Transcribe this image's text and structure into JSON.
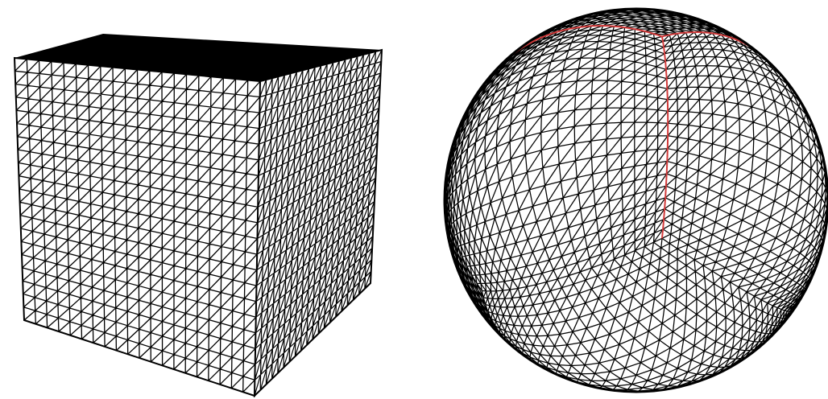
{
  "figure": {
    "background_color": "#ffffff",
    "mesh_line_color": "#000000",
    "seam_line_color": "#d23b3b"
  },
  "cube_mesh": {
    "shape": "cube",
    "subdivisions": 20,
    "visible_faces": [
      "front",
      "right",
      "top"
    ],
    "triangulated": true
  },
  "sphere_mesh": {
    "shape": "sphere",
    "derived_from": "cube",
    "subdivisions": 20,
    "triangulated": true,
    "seams_highlighted": true
  }
}
